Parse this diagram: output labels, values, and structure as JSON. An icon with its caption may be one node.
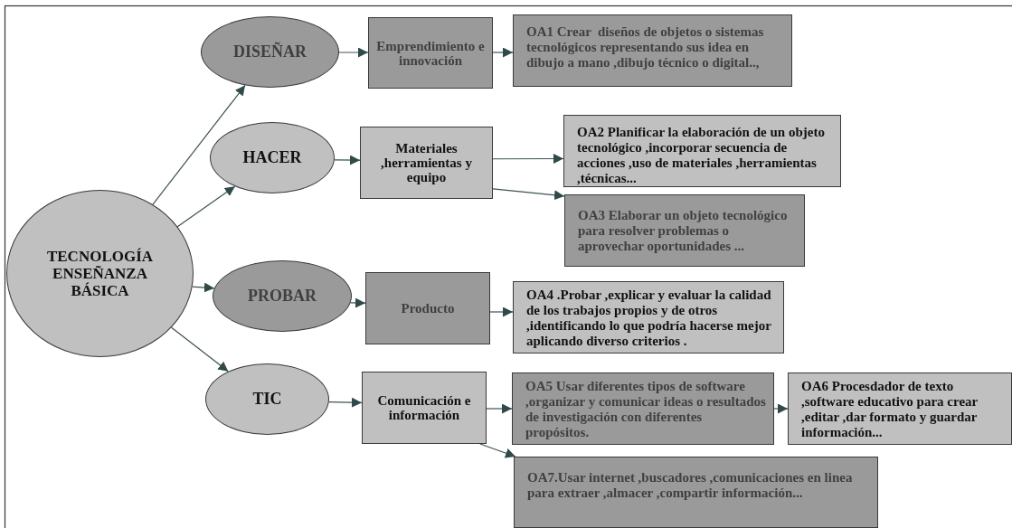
{
  "diagram": {
    "nodes": [
      {
        "text": [
          "TECNOLOGÍA ENSEÑANZA BÁSICA"
        ]
      },
      {
        "text": [
          "DISEÑAR"
        ]
      },
      {
        "text": [
          "HACER"
        ]
      },
      {
        "text": [
          "PROBAR"
        ]
      },
      {
        "text": [
          "TIC"
        ]
      },
      {
        "text": [
          "Emprendimiento e innovación"
        ]
      },
      {
        "text": [
          "Materiales ,herramientas y equipo"
        ]
      },
      {
        "text": [
          "Producto"
        ]
      },
      {
        "text": [
          "Comunicación e información"
        ]
      },
      {
        "text": [
          "OA1 Crear  diseños de objetos o sistemas tecnológicos representando sus idea en dibujo a mano ,dibujo técnico o digital..,"
        ]
      },
      {
        "text": [
          "OA2 Planificar la elaboración de un objeto tecnológico ,incorporar secuencia de acciones ,uso de materiales ,herramientas ,técnicas..."
        ]
      },
      {
        "text": [
          "OA3 Elaborar un objeto tecnológico para resolver problemas o aprovechar oportunidades ..."
        ]
      },
      {
        "text": [
          "OA4 .Probar ,explicar y evaluar la calidad  de los trabajos propios y de otros ,identificando lo que podría hacerse mejor aplicando diverso criterios ."
        ]
      },
      {
        "text": [
          "OA5 Usar diferentes tipos de software ,organizar y comunicar ideas o resultados de investigación con diferentes propósitos."
        ]
      },
      {
        "text": [
          "OA6 Procesdador de texto ,software educativo para crear ,editar ,dar formato y guardar información..."
        ]
      },
      {
        "text": [
          "OA7.Usar internet ,buscadores ,comunicaciones en linea para extraer ,almacer ,compartir información..."
        ]
      }
    ],
    "edges": [
      {
        "from": 0,
        "to": 1,
        "arrow": "to"
      },
      {
        "from": 0,
        "to": 2,
        "arrow": "to"
      },
      {
        "from": 0,
        "to": 3,
        "arrow": "to"
      },
      {
        "from": 0,
        "to": 4,
        "arrow": "to"
      },
      {
        "from": 1,
        "to": 5,
        "arrow": "to"
      },
      {
        "from": 2,
        "to": 6,
        "arrow": "to"
      },
      {
        "from": 3,
        "to": 7,
        "arrow": "to"
      },
      {
        "from": 4,
        "to": 8,
        "arrow": "to"
      },
      {
        "from": 5,
        "to": 9,
        "arrow": "to"
      },
      {
        "from": 6,
        "to": 10,
        "arrow": "to"
      },
      {
        "from": 6,
        "to": 11,
        "arrow": "to"
      },
      {
        "from": 7,
        "to": 12,
        "arrow": "to"
      },
      {
        "from": 8,
        "to": 13,
        "arrow": "to"
      },
      {
        "from": 8,
        "to": 15,
        "arrow": "to"
      },
      {
        "from": 13,
        "to": 14,
        "arrow": "to"
      }
    ]
  }
}
